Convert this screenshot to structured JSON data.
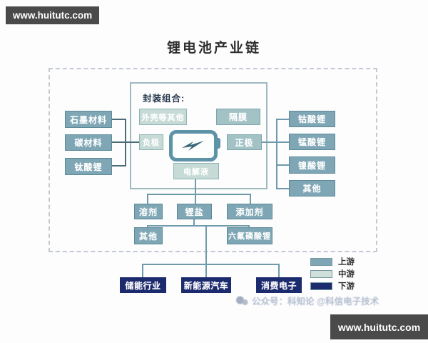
{
  "title": "锂电池产业链",
  "watermark_top_left": "www.huitutc.com",
  "watermark_bottom_right": "www.huitutc.com",
  "credit_line": "公众号：科知论 @科信电子技术",
  "pack_box": {
    "label": "封装组合:",
    "casing": "外壳等其他",
    "separator": "隔膜",
    "anode": "负极",
    "cathode": "正极",
    "electrolyte": "电解液"
  },
  "anode_materials": [
    "石墨材料",
    "碳材料",
    "钛酸锂"
  ],
  "cathode_materials": [
    "钴酸锂",
    "锰酸锂",
    "镍酸锂",
    "其他"
  ],
  "electrolyte_components": [
    "溶剂",
    "锂盐",
    "添加剂"
  ],
  "lithium_salt_split": [
    "其他",
    "六氟磷酸锂"
  ],
  "downstream_applications": [
    "储能行业",
    "新能源汽车",
    "消费电子"
  ],
  "legend": {
    "upstream": {
      "label": "上游",
      "color": "#7ea6b4"
    },
    "midstream": {
      "label": "中游",
      "color": "#cfe0da"
    },
    "downstream": {
      "label": "下游",
      "color": "#1c2a6e"
    }
  },
  "palette": {
    "upstream_box": "#7ea6b4",
    "midstream_light_box": "#c7dbd6",
    "midstream_medium_box": "#a2c2c6",
    "downstream_box": "#1c2a6e",
    "connector": "#6f9aab",
    "connector_dark": "#4a6b77",
    "banner_bg": "#4a4a4a"
  },
  "icons": {
    "battery": "battery-icon",
    "bolt": "lightning-bolt-icon",
    "wechat": "wechat-icon"
  }
}
